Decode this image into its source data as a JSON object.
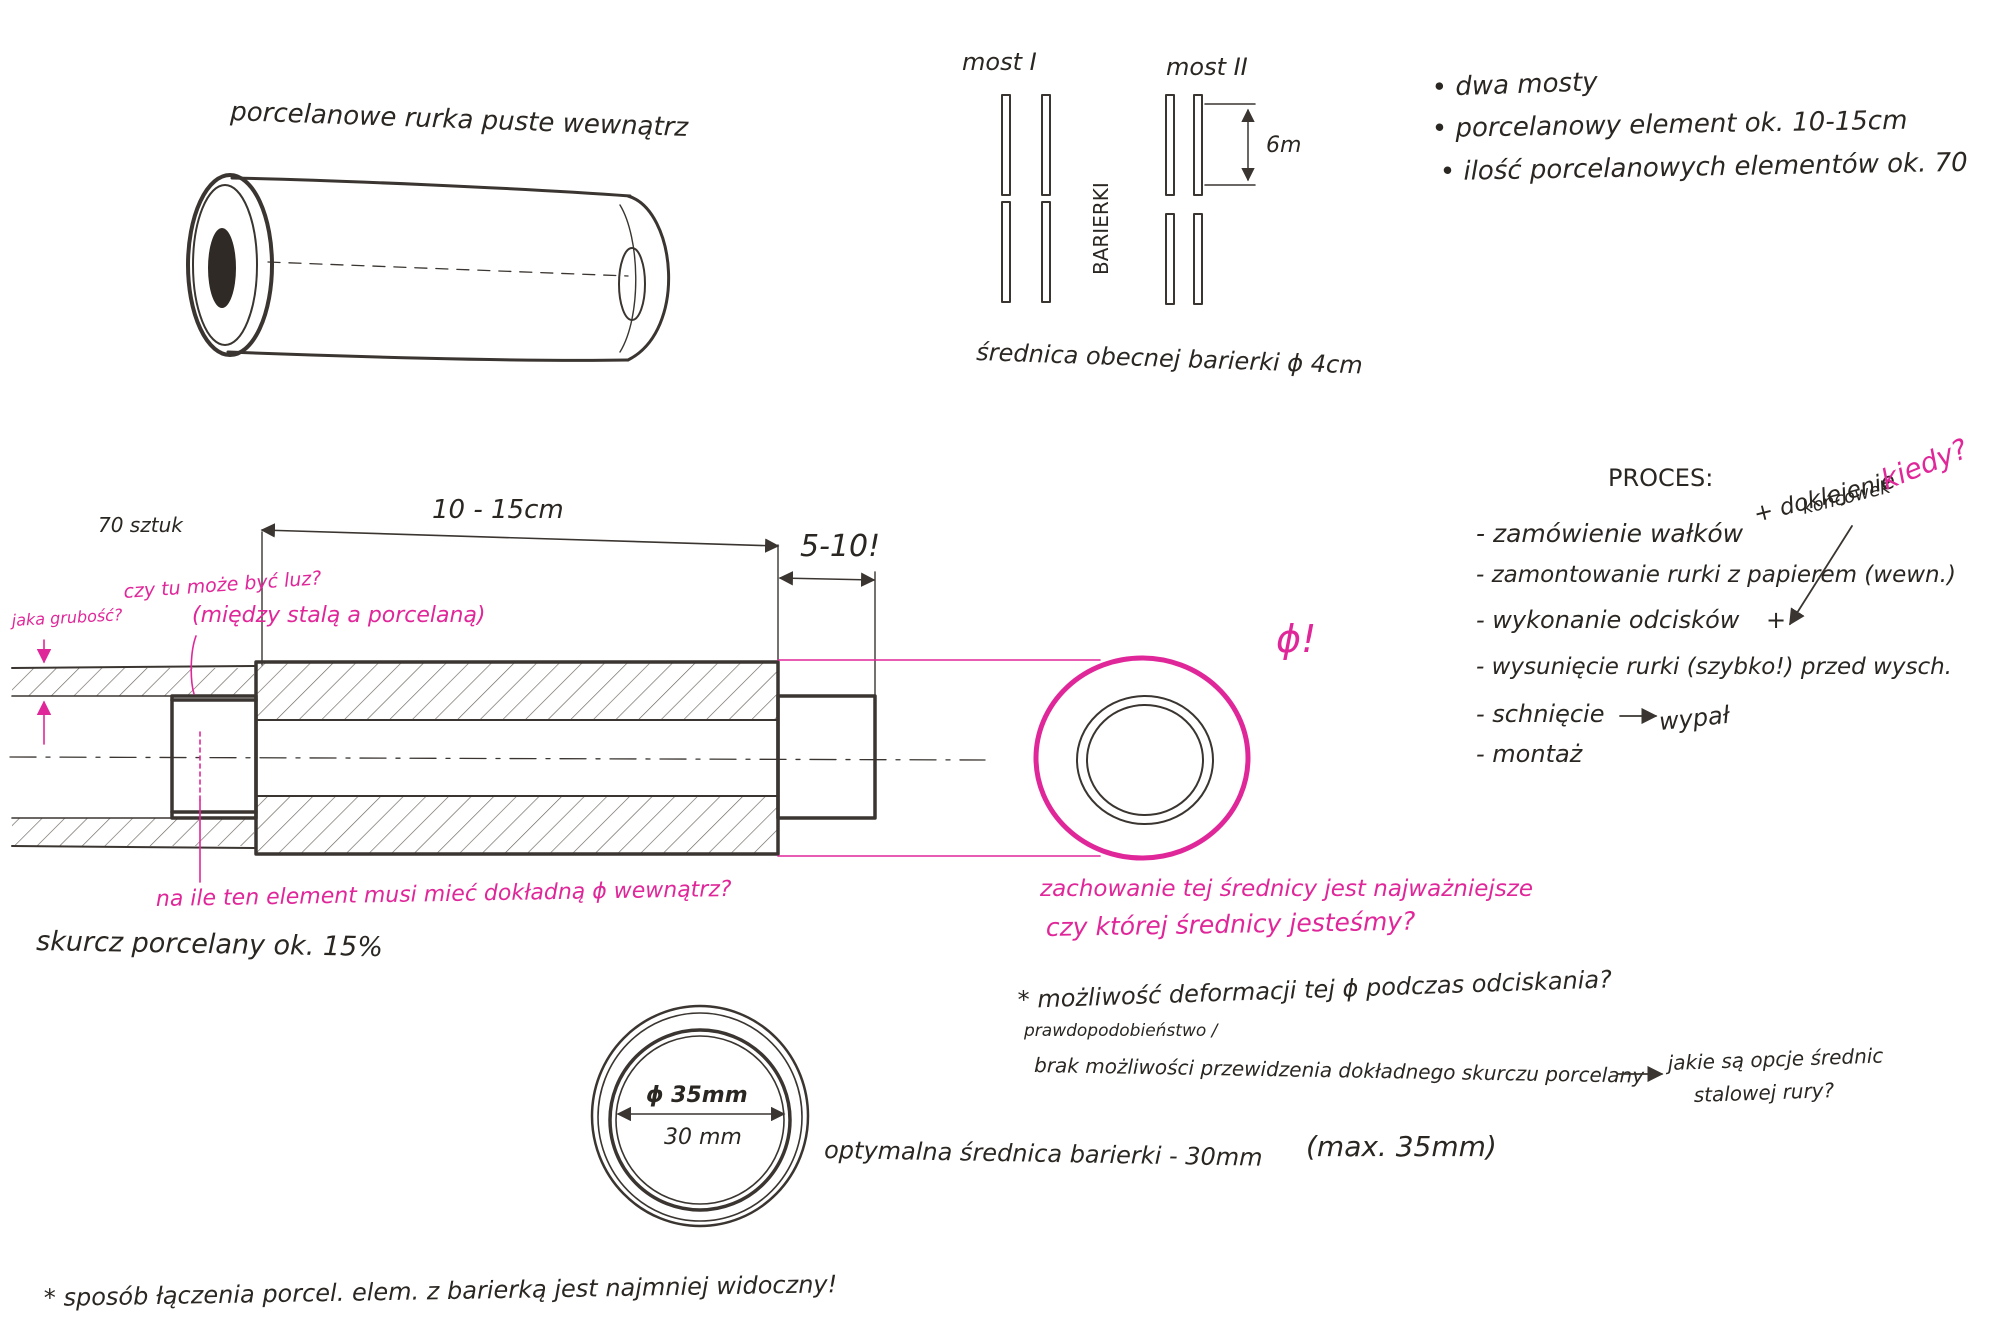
{
  "colors": {
    "ink": "#2a2622",
    "accent": "#e0279a",
    "paper": "#ffffff"
  },
  "tube_sketch": {
    "caption": "porcelanowe rurka puste wewnątrz"
  },
  "bridges": {
    "most_1": "most I",
    "most_2": "most II",
    "barrier_label": "BARIERKI",
    "gap_dim": "6m",
    "diameter_note": "średnica obecnej barierki ϕ 4cm"
  },
  "notes": {
    "items": [
      "• dwa mosty",
      "• porcelanowy element ok. 10-15cm",
      "• ilość porcelanowych elementów ok. 70"
    ]
  },
  "section": {
    "count": "70 sztuk",
    "length_dim": "10 - 15cm",
    "overhang_dim": "5-10!",
    "phi_mark": "ϕ!",
    "q_gap_line1": "czy tu może być luz?",
    "q_gap_line2": "(między stalą a porcelaną)",
    "q_thickness": "jaka grubość?",
    "q_inner_line": "na ile ten element musi mieć dokładną ϕ wewnątrz?",
    "shrink": "skurcz porcelany ok. 15%",
    "keep_diam_line1": "zachowanie tej średnicy jest najważniejsze",
    "keep_diam_line2": "czy której średnicy jesteśmy?"
  },
  "process": {
    "title": "PROCES:",
    "steps": [
      "- zamówienie wałków",
      "- zamontowanie rurki z papierem (wewn.)",
      "- wykonanie odcisków",
      "- wysunięcie rurki (szybko!) przed wysch.",
      "- schnięcie",
      "- montaż"
    ],
    "add_on_line1": "+ doklejenie",
    "add_on_line2": "końcówek",
    "when": "kiedy?",
    "plus": "+",
    "firing": "wypał"
  },
  "deform_notes": {
    "line1": "* możliwość deformacji tej ϕ podczas odciskania?",
    "line2": "prawdopodobieństwo /",
    "line3": "brak możliwości przewidzenia dokładnego skurczu porcelany",
    "line4": "jakie są opcje średnic",
    "line5": "stalowej rury?"
  },
  "cross_section": {
    "outer": "ϕ 35mm",
    "inner": "30 mm",
    "optimal": "optymalna średnica barierki - 30mm",
    "max": "(max. 35mm)"
  },
  "footer": {
    "note": "* sposób łączenia porcel. elem. z barierką jest najmniej widoczny!"
  }
}
